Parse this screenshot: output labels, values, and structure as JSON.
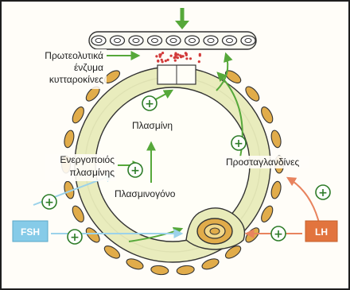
{
  "labels": {
    "enzymes_line1": "Πρωτεολυτικά",
    "enzymes_line2": "ένζυμα",
    "enzymes_line3": "κυτταροκίνες",
    "plasmin": "Πλασμίνη",
    "activator_line1": "Ενεργοποιός",
    "activator_line2": "πλασμίνης",
    "plasminogen": "Πλασμινογόνο",
    "prostaglandins": "Προσταγλανδίνες",
    "fsh": "FSH",
    "lh": "LH"
  },
  "symbols": {
    "plus": "+"
  },
  "colors": {
    "fsh_box": "#86cbe8",
    "lh_box": "#e2743e",
    "granulosa_cell": "#e1ac4a",
    "theca_ring": "#e8ebb9",
    "arrow_green": "#56a83a",
    "enzyme_dots": "#d23a3a",
    "arrow_blue": "#9bd2ea",
    "arrow_orange": "#e8835e"
  }
}
